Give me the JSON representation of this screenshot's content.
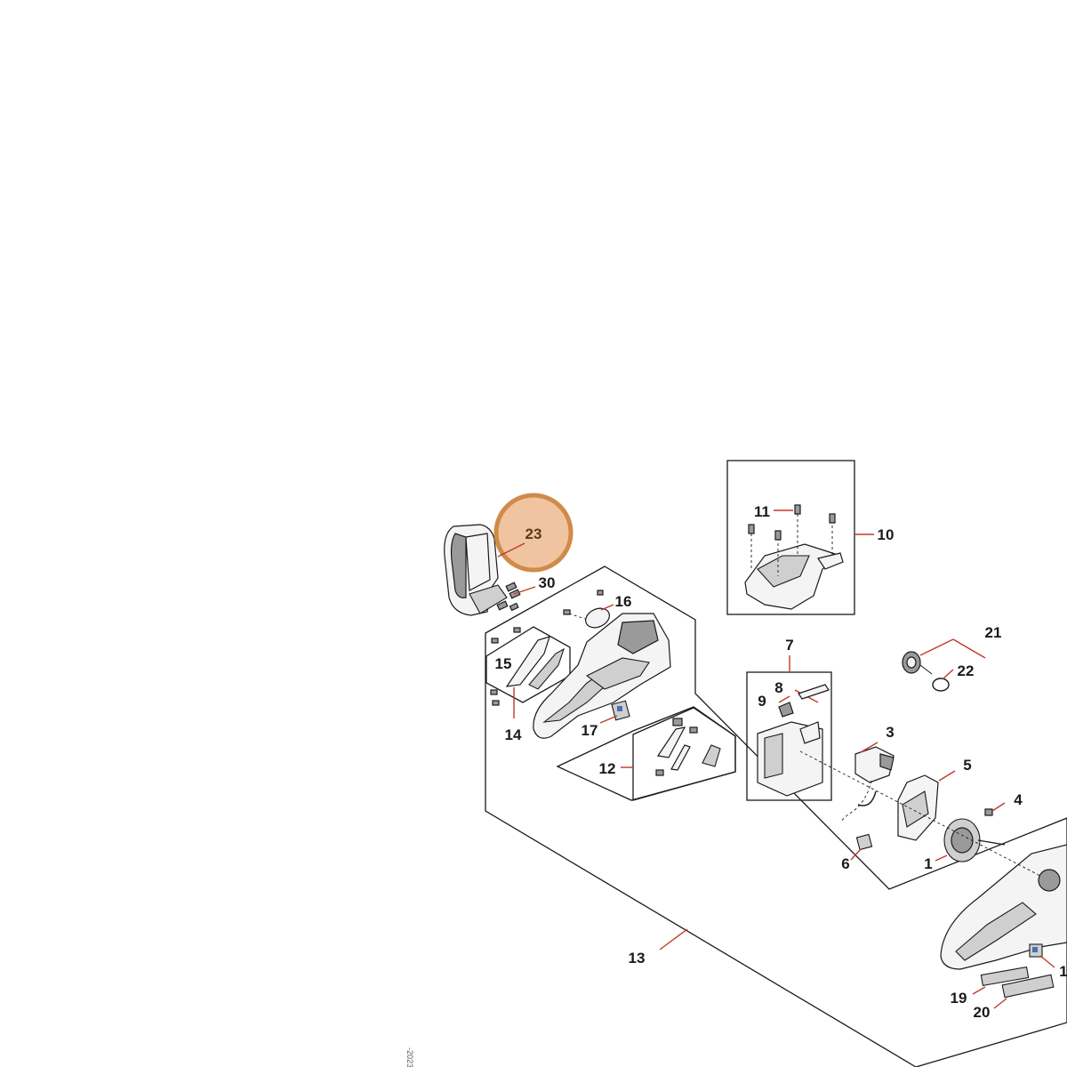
{
  "diagram": {
    "highlighted_part": "23",
    "callouts": {
      "c1": "1",
      "c3": "3",
      "c4": "4",
      "c5": "5",
      "c6": "6",
      "c7": "7",
      "c8": "8",
      "c9": "9",
      "c10": "10",
      "c11": "11",
      "c12": "12",
      "c13": "13",
      "c14": "14",
      "c15": "15",
      "c16": "16",
      "c17": "17",
      "c18": "1",
      "c19": "19",
      "c20": "20",
      "c21": "21",
      "c22": "22",
      "c30": "30"
    },
    "drawing_id": "-2023"
  }
}
